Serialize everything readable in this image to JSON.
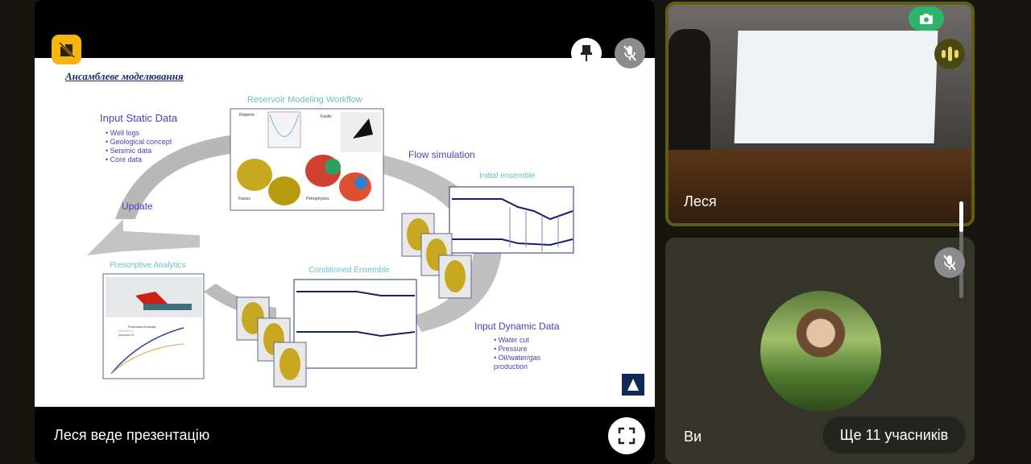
{
  "presentation": {
    "status": "Леся веде презентацію",
    "slide": {
      "title": "Ансамблеве моделювання",
      "input_static": {
        "heading": "Input Static Data",
        "items": [
          "Well logs",
          "Geological concept",
          "Seismic data",
          "Core data"
        ]
      },
      "workflow": {
        "heading": "Reservoir Modeling Workflow",
        "labels": [
          "Relperm",
          "Faults",
          "Facies",
          "Petrophysics"
        ]
      },
      "flow_simulation": "Flow simulation",
      "initial_ensemble": "Initial ensemble",
      "update": "Update",
      "prescriptive": {
        "heading": "Prescriptive Analytics",
        "chart_title": "Production forecast",
        "legend": [
          "scenario A",
          "scenario B"
        ]
      },
      "conditioned": "Conditioned Ensemble",
      "input_dynamic": {
        "heading": "Input Dynamic Data",
        "items": [
          "Water cut",
          "Pressure",
          "Oil/water/gas production"
        ]
      }
    }
  },
  "participants": [
    {
      "name": "Леся",
      "speaking": true
    },
    {
      "name": "Ви",
      "muted": true
    }
  ],
  "more_participants": "Ще 11 учасників",
  "colors": {
    "accent": "#f6b40e",
    "speaking_border": "#5e5d16",
    "camera": "#2fb36a"
  }
}
